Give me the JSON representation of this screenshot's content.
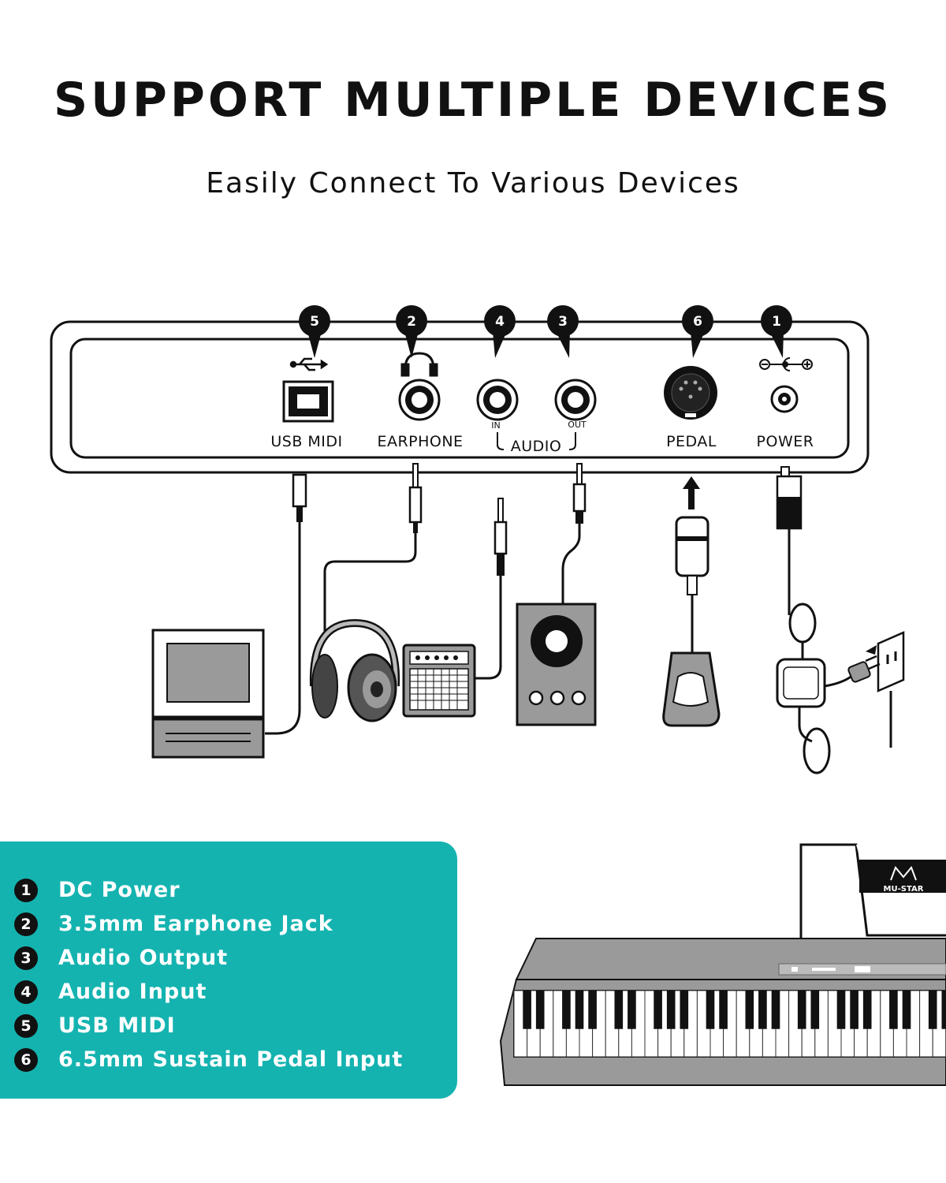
{
  "header": {
    "title": "SUPPORT MULTIPLE DEVICES",
    "subtitle": "Easily Connect To Various Devices"
  },
  "panel": {
    "ports": [
      {
        "num": "5",
        "label": "USB MIDI"
      },
      {
        "num": "2",
        "label": "EARPHONE"
      },
      {
        "num": "4",
        "label": "IN"
      },
      {
        "num": "3",
        "label": "OUT"
      },
      {
        "num": "6",
        "label": "PEDAL"
      },
      {
        "num": "1",
        "label": "POWER"
      }
    ],
    "audio_group_label": "AUDIO"
  },
  "legend": {
    "items": [
      {
        "num": "1",
        "text": "DC Power"
      },
      {
        "num": "2",
        "text": "3.5mm Earphone Jack"
      },
      {
        "num": "3",
        "text": "Audio Output"
      },
      {
        "num": "4",
        "text": "Audio Input"
      },
      {
        "num": "5",
        "text": "USB MIDI"
      },
      {
        "num": "6",
        "text": "6.5mm Sustain Pedal Input"
      }
    ]
  },
  "brand": {
    "logo_text": "MU-STAR"
  },
  "colors": {
    "accent": "#14b3b0",
    "ink": "#111111",
    "device_gray": "#9a9a9a"
  }
}
